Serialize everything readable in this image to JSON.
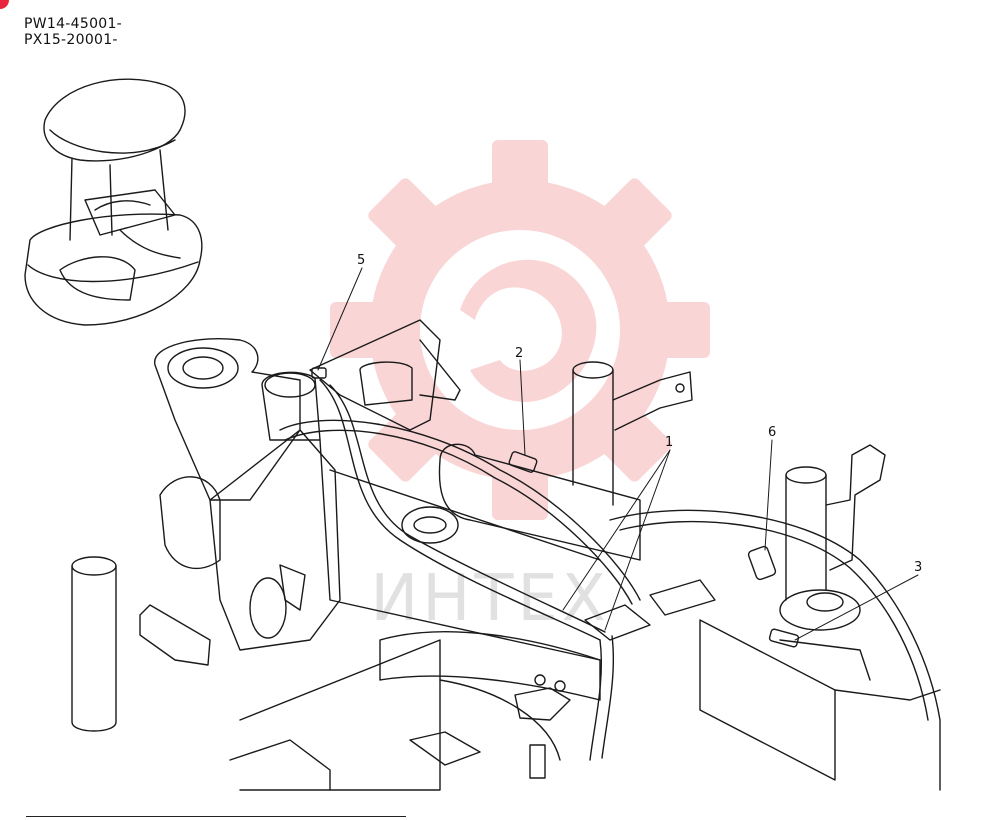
{
  "header": {
    "serial_ranges": [
      "PW14-45001-",
      "PX15-20001-"
    ]
  },
  "watermark": {
    "text": "ИНТЕХ",
    "color": "#f6b3b5"
  },
  "callouts": [
    {
      "id": "1",
      "label": "1"
    },
    {
      "id": "2",
      "label": "2"
    },
    {
      "id": "3",
      "label": "3"
    },
    {
      "id": "5",
      "label": "5"
    },
    {
      "id": "6",
      "label": "6"
    }
  ],
  "colors": {
    "line": "#1a1a1a",
    "accent": "#e8253a"
  }
}
